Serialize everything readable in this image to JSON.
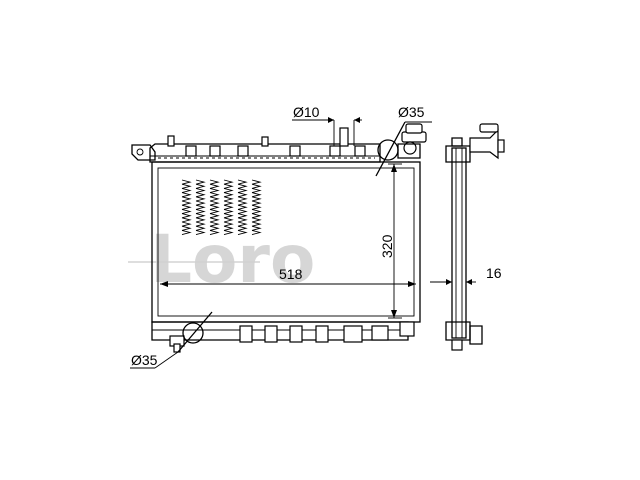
{
  "logo": {
    "text": "Loro",
    "color": "#cfcfcf"
  },
  "dimensions": {
    "pipe_diameter_small": "Ø10",
    "filler_neck_diameter_top": "Ø35",
    "outlet_diameter_bottom": "Ø35",
    "core_height": "320",
    "core_width": "518",
    "core_thickness": "16"
  },
  "line_color": "#000000"
}
